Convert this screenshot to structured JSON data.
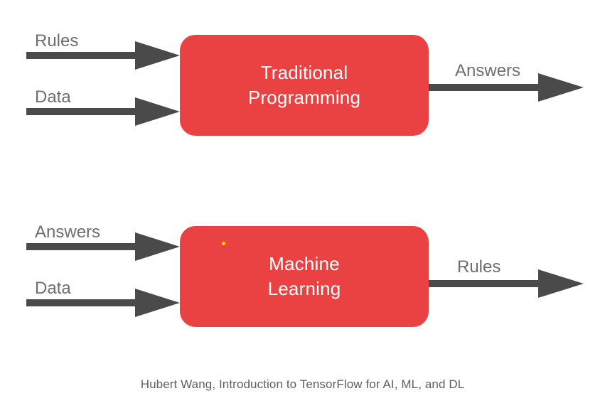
{
  "background_color": "#ffffff",
  "diagram": {
    "type": "flow-diagram",
    "title_caption": "Hubert Wang, Introduction to TensorFlow for AI, ML, and DL",
    "box_color": "#ea4242",
    "box_text_color": "#ffffff",
    "arrow_color": "#4a4a4a",
    "label_color": "#6e6e6e",
    "artifact_dot_color": "#ffdd00",
    "rows": [
      {
        "id": "traditional-programming",
        "box_label": "Traditional\nProgramming",
        "inputs": [
          {
            "label": "Rules"
          },
          {
            "label": "Data"
          }
        ],
        "outputs": [
          {
            "label": "Answers"
          }
        ]
      },
      {
        "id": "machine-learning",
        "box_label": "Machine\nLearning",
        "inputs": [
          {
            "label": "Answers"
          },
          {
            "label": "Data"
          }
        ],
        "outputs": [
          {
            "label": "Rules"
          }
        ]
      }
    ]
  }
}
